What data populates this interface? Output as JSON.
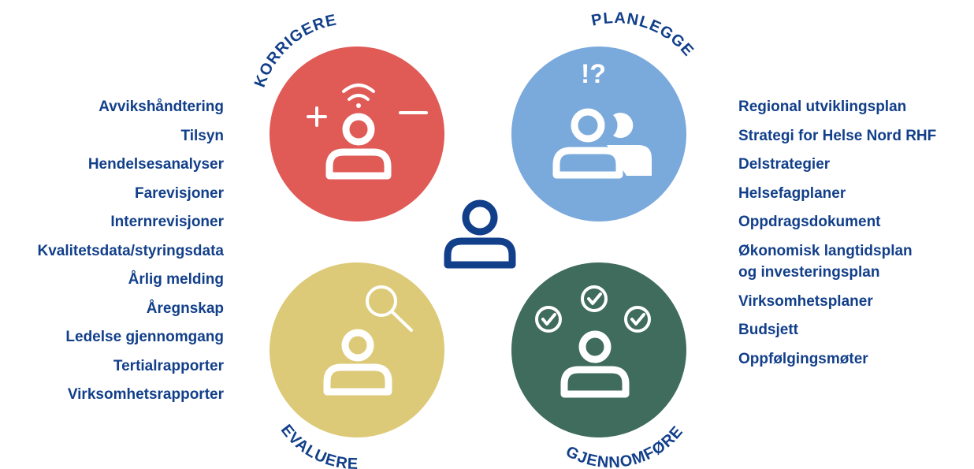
{
  "colors": {
    "korrigere": "#e05a56",
    "planlegge": "#7aa9dc",
    "evaluere": "#ddca78",
    "gjennomfore": "#3f6c5c",
    "text": "#123f8a",
    "icon": "#ffffff"
  },
  "quadrants": {
    "korrigere": {
      "label": "KORRIGERE",
      "icon": "person-plus-minus-signal-icon"
    },
    "planlegge": {
      "label": "PLANLEGGE",
      "icon": "people-question-icon"
    },
    "evaluere": {
      "label": "EVALUERE",
      "icon": "person-magnifier-icon"
    },
    "gjennomfore": {
      "label": "GJENNOMFØRE",
      "icon": "person-checkmarks-icon"
    }
  },
  "center_icon": "person-icon",
  "left_list": [
    "Avvikshåndtering",
    "Tilsyn",
    "Hendelsesanalyser",
    "Farevisjoner",
    "Internrevisjoner",
    "Kvalitetsdata/styringsdata",
    "Årlig melding",
    "Åregnskap",
    "Ledelse gjennomgang",
    "Tertialrapporter",
    "Virksomhetsrapporter"
  ],
  "right_list": {
    "items_top": [
      "Regional utviklingsplan",
      "Strategi for Helse Nord RHF",
      "Delstrategier",
      "Helsefagplaner",
      "Oppdragsdokument"
    ],
    "two_line": [
      "Økonomisk langtidsplan",
      "og investeringsplan"
    ],
    "items_bottom": [
      "Virksomhetsplaner",
      "Budsjett",
      "Oppfølgingsmøter"
    ]
  }
}
